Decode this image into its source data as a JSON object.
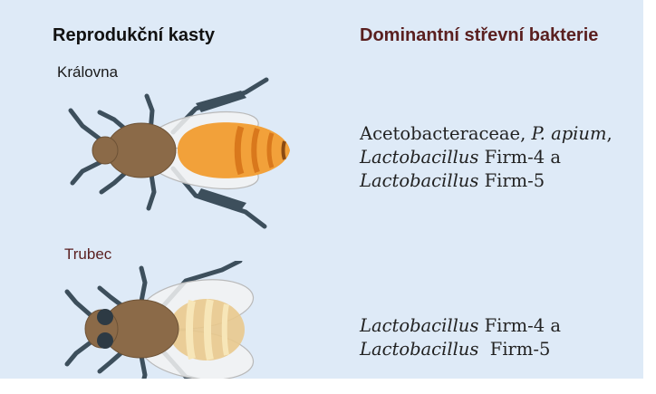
{
  "headers": {
    "left": "Reprodukční kasty",
    "right": "Dominantní střevní bakterie"
  },
  "castes": [
    {
      "label": "Královna",
      "bacteria": {
        "line1_plain": "Acetobacteraceae, ",
        "line1_italic": "P. apium",
        "line1_tail": ",",
        "line2_italic": "Lactobacillus",
        "line2_tail": " Firm-4 a",
        "line3_italic": "Lactobacillus",
        "line3_tail": " Firm-5"
      }
    },
    {
      "label": "Trubec",
      "bacteria": {
        "line1_italic": "Lactobacillus",
        "line1_tail": " Firm-4 a",
        "line2_italic": "Lactobacillus",
        "line2_tail": "  Firm-5"
      }
    }
  ],
  "colors": {
    "background": "#deeaf7",
    "right_header": "#5a1f1f",
    "legs": "#3d4f5c",
    "head_thorax": "#8b6a48",
    "queen_abdomen": "#f2a13a",
    "queen_stripes": "#d9781c",
    "drone_abdomen": "#e9c98d",
    "drone_stripes": "#f7e6b8",
    "wings": "#f3f3f3"
  },
  "icons": [
    "queen-bee-illustration",
    "drone-bee-illustration"
  ]
}
